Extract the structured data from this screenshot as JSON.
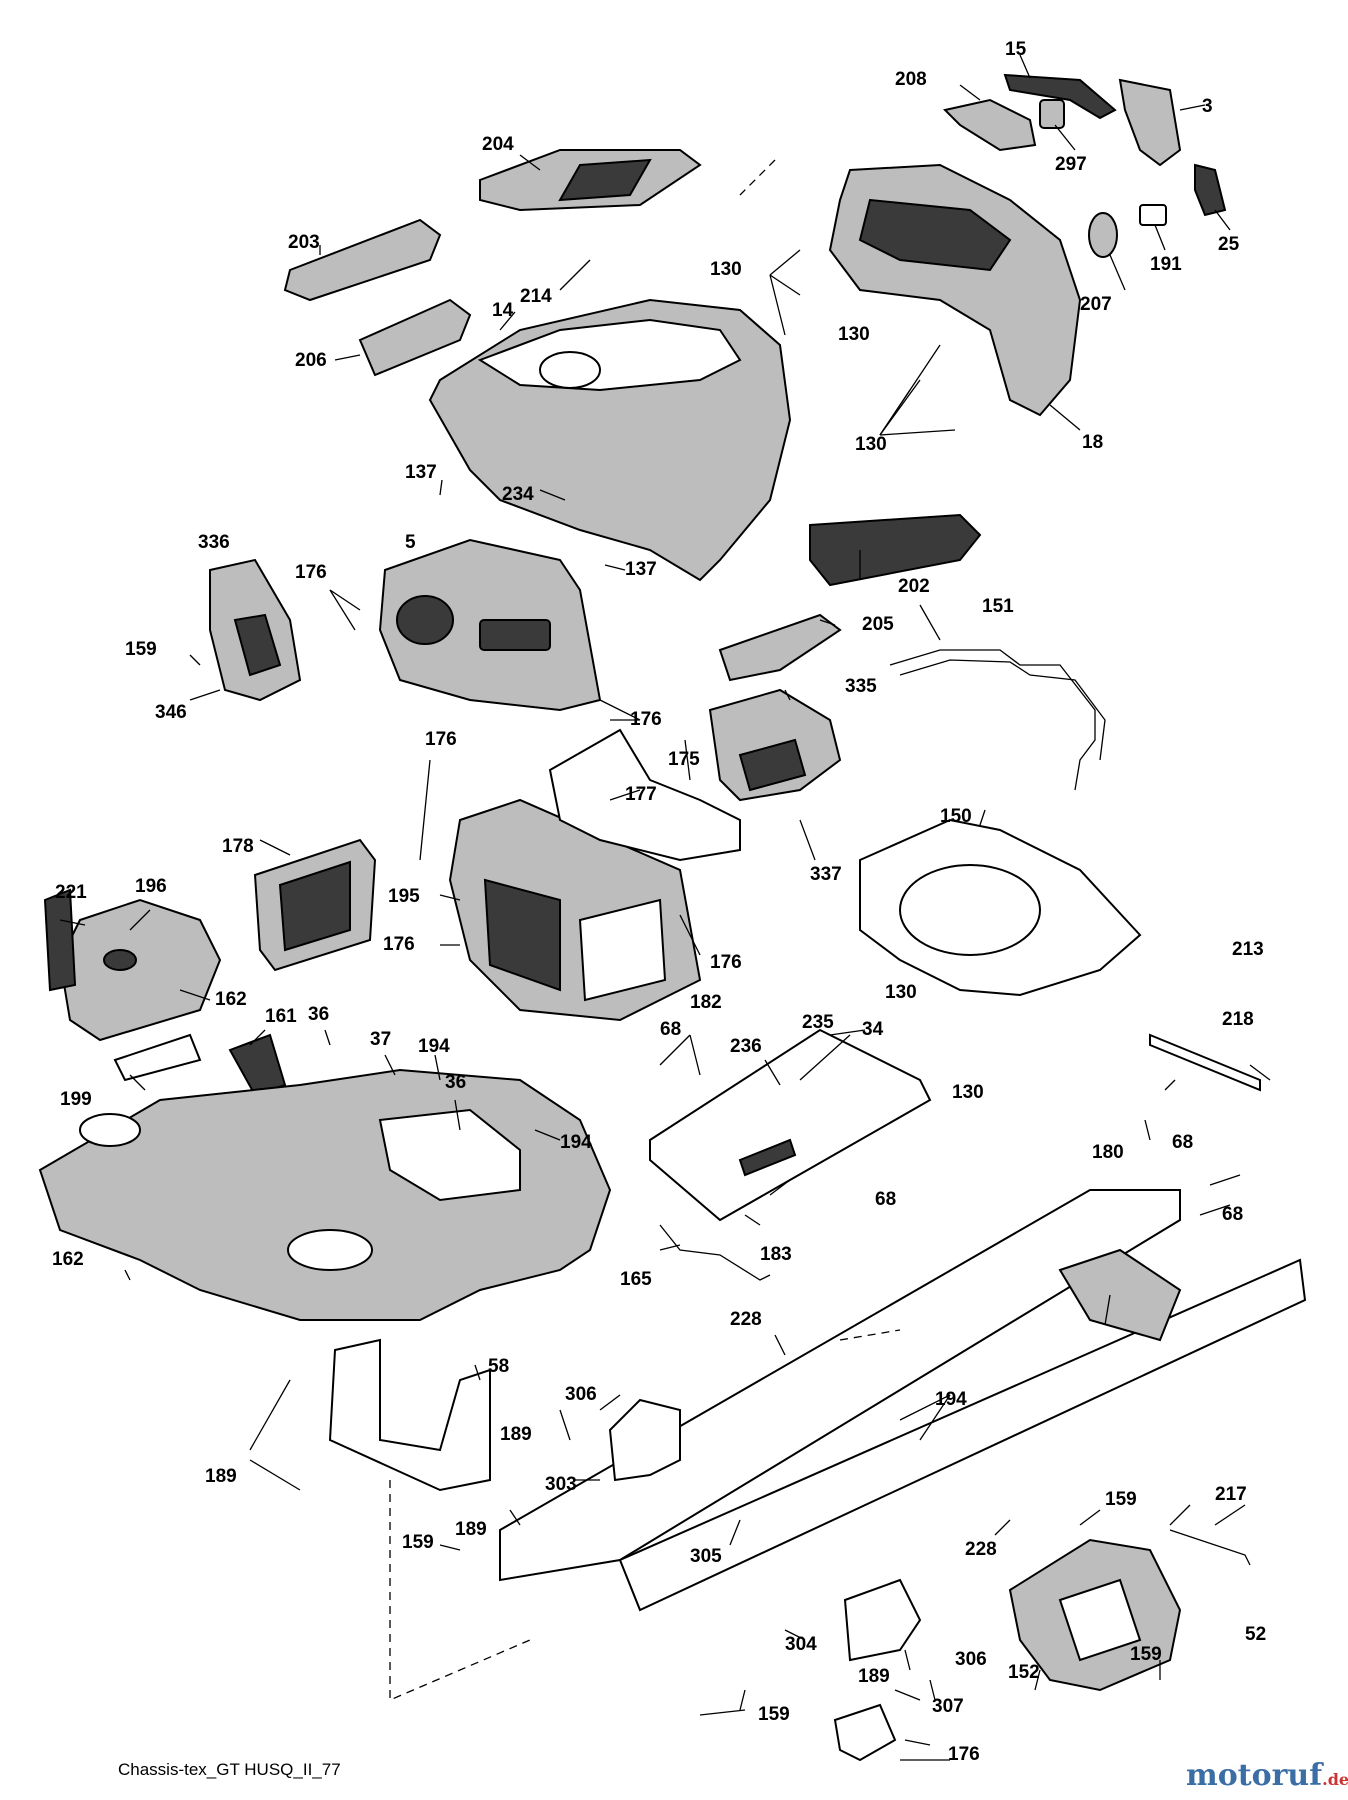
{
  "footer": {
    "caption": "Chassis-tex_GT HUSQ_II_77"
  },
  "brand": {
    "name": "motoruf",
    "tld": ".de"
  },
  "parts": {
    "p15": "15",
    "p208": "208",
    "p3": "3",
    "p297": "297",
    "p25": "25",
    "p191": "191",
    "p207": "207",
    "p18": "18",
    "p204": "204",
    "p203": "203",
    "p214": "214",
    "p14": "14",
    "p206": "206",
    "p137a": "137",
    "p234": "234",
    "p137b": "137",
    "p130a": "130",
    "p130b": "130",
    "p130c": "130",
    "p130d": "130",
    "p130e": "130",
    "p336": "336",
    "p159a": "159",
    "p346": "346",
    "p5": "5",
    "p176a": "176",
    "p176b": "176",
    "p176c": "176",
    "p176d": "176",
    "p176e": "176",
    "p176f": "176",
    "p176g": "176",
    "p202": "202",
    "p151": "151",
    "p205": "205",
    "p335": "335",
    "p337": "337",
    "p175": "175",
    "p177": "177",
    "p178": "178",
    "p195": "195",
    "p182": "182",
    "p150": "150",
    "p213": "213",
    "p218": "218",
    "p68a": "68",
    "p68b": "68",
    "p68c": "68",
    "p68d": "68",
    "p221": "221",
    "p196": "196",
    "p162a": "162",
    "p199": "199",
    "p161": "161",
    "p36a": "36",
    "p37": "37",
    "p194a": "194",
    "p36b": "36",
    "p194b": "194",
    "p235": "235",
    "p34": "34",
    "p236": "236",
    "p183": "183",
    "p165": "165",
    "p162b": "162",
    "p180": "180",
    "p228a": "228",
    "p58": "58",
    "p306a": "306",
    "p194c": "194",
    "p189a": "189",
    "p189b": "189",
    "p303": "303",
    "p189c": "189",
    "p159b": "159",
    "p305": "305",
    "p228b": "228",
    "p159c": "159",
    "p217": "217",
    "p52": "52",
    "p304": "304",
    "p189d": "189",
    "p306b": "306",
    "p152": "152",
    "p159d": "159",
    "p159e": "159",
    "p307": "307",
    "p176h": "176"
  }
}
